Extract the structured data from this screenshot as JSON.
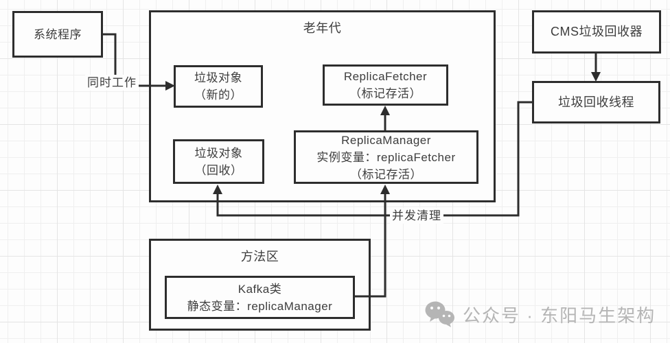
{
  "diagram": {
    "boxes": {
      "system_program": {
        "label": "系统程序"
      },
      "old_gen": {
        "title": "老年代"
      },
      "garbage_new": {
        "line1": "垃圾对象",
        "line2": "（新的）"
      },
      "replica_fetcher": {
        "line1": "ReplicaFetcher",
        "line2": "（标记存活）"
      },
      "garbage_recycled": {
        "line1": "垃圾对象",
        "line2": "（回收）"
      },
      "replica_manager": {
        "line1": "ReplicaManager",
        "line2": "实例变量：replicaFetcher",
        "line3": "（标记存活）"
      },
      "cms_collector": {
        "label": "CMS垃圾回收器"
      },
      "gc_thread": {
        "label": "垃圾回收线程"
      },
      "method_area": {
        "title": "方法区"
      },
      "kafka_class": {
        "line1": "Kafka类",
        "line2": "静态变量：replicaManager"
      }
    },
    "edge_labels": {
      "work_together": "同时工作",
      "concurrent_clean": "并发清理"
    }
  },
  "watermark": {
    "icon": "wechat-icon",
    "text": "公众号 · 东阳马生架构"
  },
  "colors": {
    "line": "#2d2d2d",
    "text": "#3d3d3d",
    "box_background": "#fdfdfd",
    "grid_minor": "#efefef",
    "grid_major": "#e4e4e4",
    "watermark": "#b5b5b5"
  }
}
